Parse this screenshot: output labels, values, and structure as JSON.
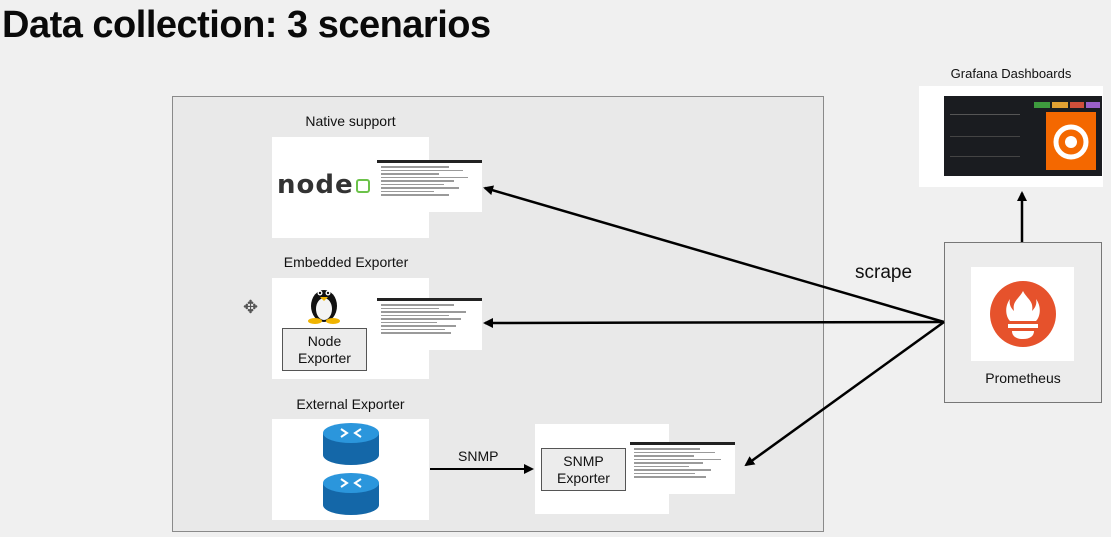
{
  "title": "Data collection: 3 scenarios",
  "sections": {
    "native": "Native support",
    "embedded": "Embedded Exporter",
    "external": "External Exporter"
  },
  "node_logo": "node",
  "node_exporter": "Node Exporter",
  "snmp_exporter": "SNMP Exporter",
  "snmp_link": "SNMP",
  "scrape": "scrape",
  "prometheus": "Prometheus",
  "grafana": "Grafana Dashboards",
  "colors": {
    "prometheus": "#e6522c",
    "grafana": "#f46800",
    "node_green": "#6cc24a",
    "router_blue": "#1f8fd6"
  },
  "icons": [
    "nodejs-logo-icon",
    "linux-tux-icon",
    "router-icon",
    "prometheus-logo-icon",
    "grafana-logo-icon",
    "move-cursor-icon"
  ]
}
